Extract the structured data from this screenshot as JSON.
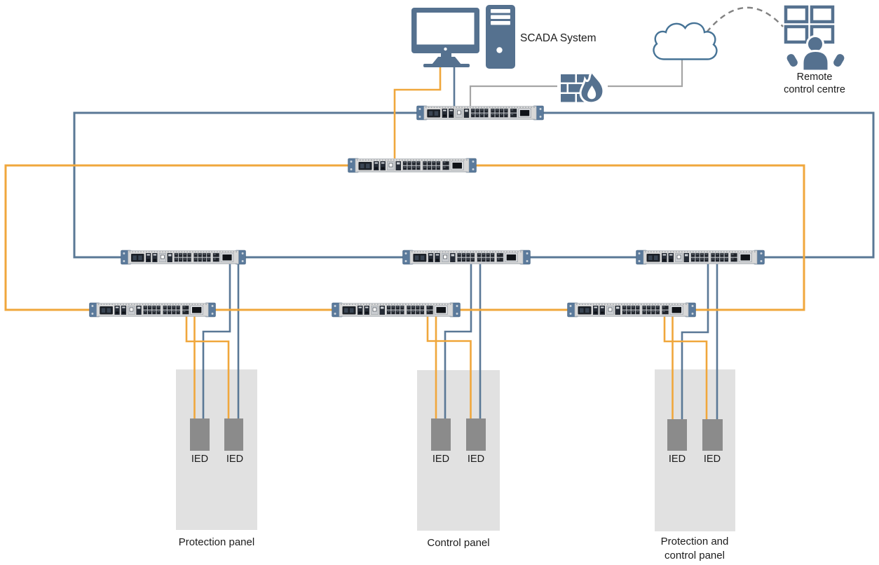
{
  "title": "Substation automation ring network diagram",
  "colors": {
    "line_blue": "#5a7896",
    "line_orange": "#f0a73c",
    "line_gray": "#a5a5a5",
    "dash_gray": "#828282",
    "icon_blue": "#55718f",
    "cloud_stroke": "#467396",
    "switch_ear": "#5b7a9b",
    "switch_body": "#d8d8d8",
    "panel_fill": "#e1e1e1",
    "ied_fill": "#8b8b8b",
    "text": "#1c1c1c"
  },
  "labels": {
    "scada": "SCADA System",
    "remote_line1": "Remote",
    "remote_line2": "control centre"
  },
  "panels": [
    {
      "label": "Protection panel",
      "ieds": [
        "IED",
        "IED"
      ]
    },
    {
      "label": "Control panel",
      "ieds": [
        "IED",
        "IED"
      ]
    },
    {
      "label": "Protection and control panel",
      "ieds": [
        "IED",
        "IED"
      ]
    }
  ],
  "diagram": {
    "switch_count": 8,
    "ied_count": 6,
    "panel_count": 3,
    "icons": [
      "scada-workstation-icon",
      "firewall-icon",
      "cloud-icon",
      "remote-control-centre-icon",
      "ethernet-switch-icon",
      "ied-box"
    ]
  }
}
